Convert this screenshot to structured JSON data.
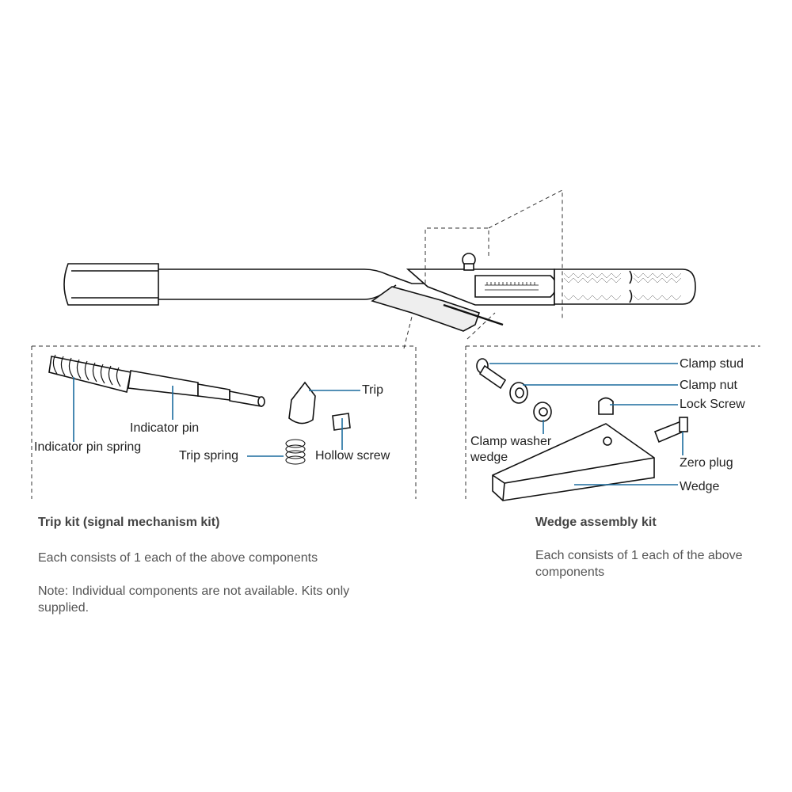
{
  "colors": {
    "leader": "#1b6c9e",
    "line": "#111111",
    "text": "#555555"
  },
  "trip_kit": {
    "labels": {
      "indicator_pin": "Indicator pin",
      "indicator_pin_spring": "Indicator pin spring",
      "trip": "Trip",
      "trip_spring": "Trip spring",
      "hollow_screw": "Hollow screw"
    },
    "title": "Trip kit (signal mechanism kit)",
    "desc": "Each consists of 1 each of the above components",
    "note": "Note: Individual components are not available. Kits only supplied."
  },
  "wedge_kit": {
    "labels": {
      "clamp_stud": "Clamp stud",
      "clamp_nut": "Clamp nut",
      "lock_screw": "Lock Screw",
      "clamp_washer": "Clamp washer",
      "wedge_small": "wedge",
      "zero_plug": "Zero plug",
      "wedge": "Wedge"
    },
    "title": "Wedge assembly kit",
    "desc": "Each consists of 1 each of the above components"
  }
}
